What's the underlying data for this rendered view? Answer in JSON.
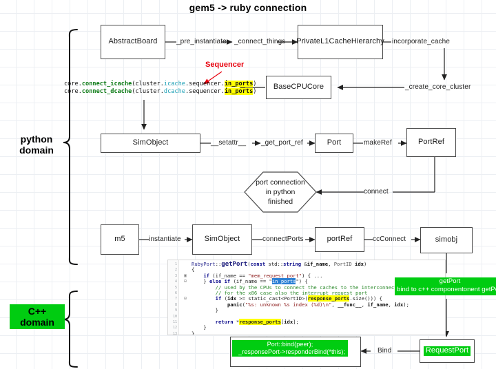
{
  "title": "gem5 -> ruby connection",
  "domains": {
    "python": "python\ndomain",
    "cpp": "C++\ndomain"
  },
  "nodes": {
    "abstract_board": "AbstractBoard",
    "private_l1": "PrivateL1CacheHierarchy",
    "base_cpu_core": "BaseCPUCore",
    "sim_object_1": "SimObject",
    "port": "Port",
    "port_ref": "PortRef",
    "hexagon": "port connection\nin python\nfinished",
    "m5": "m5",
    "sim_object_2": "SimObject",
    "port_ref_2": "portRef",
    "simobj": "simobj",
    "request_port": "RequestPort"
  },
  "edges": {
    "pre_instantiate": "_pre_instantiate",
    "connect_things": "_connect_things",
    "incorporate_cache": "incorporate_cache",
    "create_core_cluster": "_create_core_cluster",
    "setattr": "__setattr__",
    "get_port_ref": "_get_port_ref",
    "make_ref": "makeRef",
    "connect": "connect",
    "instantiate": "instantiate",
    "connect_ports": "connectPorts",
    "cc_connect": "ccConnect",
    "bind": "Bind"
  },
  "callouts": {
    "sequencer": "Sequencer"
  },
  "python_snippet": {
    "line1": {
      "prefix": "core.",
      "fn": "connect_icache",
      "open": "(cluster.",
      "attr": "icache",
      "mid": ".sequencer.",
      "hl": "in_ports",
      "close": ")"
    },
    "line2": {
      "prefix": "core.",
      "fn": "connect_dcache",
      "open": "(cluster.",
      "attr": "dcache",
      "mid": ".sequencer.",
      "hl": "in_ports",
      "close": ")"
    }
  },
  "code_block": {
    "gutter": [
      "1",
      "2",
      "3",
      "4",
      "5",
      "6",
      "7",
      "8",
      "9",
      "10",
      "11",
      "12",
      "13"
    ],
    "fold": [
      "",
      "",
      "▣",
      "⊟",
      "",
      "",
      "⊟",
      "",
      "",
      "",
      "",
      "",
      ""
    ],
    "lines": [
      "RubyPort::getPort(const std::string &if_name, PortID idx)",
      "{",
      "    if (if_name == \"mem_request_port\") { ...",
      "    } else if (if_name == \"in_ports\") {",
      "        // used by the CPUs to connect the caches to the interconnect, and",
      "        // for the x86 case also the interrupt request port",
      "        if (idx >= static_cast<PortID>(response_ports.size())) {",
      "            panic(\"%s: unknown %s index (%d)\\n\", __func__, if_name, idx);",
      "        }",
      "",
      "        return *response_ports[idx];",
      "    }",
      "}"
    ]
  },
  "green_annotations": {
    "get_port_title": "getPort",
    "get_port_sub": "bind to c++ componentonent getPort",
    "bind_code_line1": "Port::bind(peer);",
    "bind_code_line2": "  _responsePort->responderBind(*this);"
  },
  "colors": {
    "green": "#00cc11",
    "yellow_highlight": "#ffff00",
    "callout_red": "#e8000d",
    "node_border": "#4a4a4a",
    "grid": "#eceff3"
  }
}
